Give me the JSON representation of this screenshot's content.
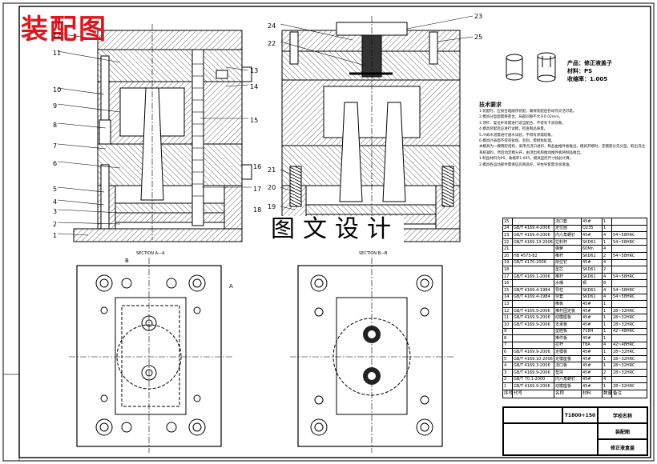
{
  "stamp": "装配图",
  "watermark": "图文设计",
  "section_labels": {
    "aa": "SECTION A—A",
    "bb": "SECTION B—B"
  },
  "view_markers": {
    "a": "A",
    "b": "B"
  },
  "callouts_left": [
    "12",
    "11",
    "10",
    "9",
    "8",
    "7",
    "6",
    "5",
    "4",
    "3",
    "2",
    "1",
    "13",
    "14",
    "15",
    "16",
    "17",
    "18"
  ],
  "callouts_right": [
    "24",
    "22",
    "21",
    "20",
    "19",
    "23",
    "25"
  ],
  "product_info": {
    "product_label": "产品：修正液盖子",
    "material_label": "材料：PS",
    "shrink_label": "收缩率：1.005"
  },
  "notes": {
    "title": "技术要求",
    "items": [
      "1.装配时，应按合理顺序装配，确保装配后各动作灵活可靠。",
      "2.模具分型面需要密合，局部间隙不大于0.02mm。",
      "3.顶针、复位杆等需进行适当配合，不得有卡滞现象。",
      "4.模具装配后应进行试模，检查制品质量。",
      "5.冷却水道需进行通水试验，不得有渗漏现象。",
      "6.模具外表面不得有锐角、毛刺，需倒角处理。",
      "本模具为一模两腔结构，采用点浇口进料，制品由推件板推出。模具开模时，定模部分先分型，取出浇注系统凝料，然后动定模分开，由顶出机构推动推件板将制品推出。",
      "1.制品材料为PS，收缩率1.005，模具型腔尺寸按此计算。",
      "2.模具各运动部件需保证润滑良好，导柱导套需涂润滑油。"
    ]
  },
  "bom": {
    "header": [
      "序号",
      "代号",
      "名称",
      "材料",
      "数量",
      "备注"
    ],
    "rows": [
      [
        "25",
        "",
        "浇口套",
        "45#",
        "1",
        ""
      ],
      [
        "24",
        "GB/T 4169.4-2006",
        "定位圈",
        "Q235",
        "1",
        ""
      ],
      [
        "23",
        "GB/T 4169.4-2006",
        "内六角螺钉",
        "45#",
        "4",
        "54~58HRC"
      ],
      [
        "22",
        "GB/T 4169.13-2006",
        "拉料杆",
        "SKD61",
        "1",
        "54~58HRC"
      ],
      [
        "21",
        "",
        "弹簧",
        "60Mn",
        "4",
        ""
      ],
      [
        "20",
        "HB 4575-82",
        "推杆",
        "SKD61",
        "2",
        "54~58HRC"
      ],
      [
        "19",
        "GB/T 4170-2006",
        "限位钉",
        "45#",
        "4",
        ""
      ],
      [
        "18",
        "",
        "型芯",
        "SKD61",
        "2",
        ""
      ],
      [
        "17",
        "GB/T 4169.1-2006",
        "推杆",
        "SKD61",
        "4",
        "54~58HRC"
      ],
      [
        "16",
        "",
        "水嘴",
        "铜",
        "8",
        ""
      ],
      [
        "15",
        "GB/T 4169.4-1984",
        "导柱",
        "SKD61",
        "4",
        "54~58HRC"
      ],
      [
        "14",
        "GB/T 4169.4-1984",
        "导套",
        "SKD61",
        "4",
        "54~58HRC"
      ],
      [
        "13",
        "",
        "推板",
        "45#",
        "1",
        ""
      ],
      [
        "12",
        "GB/T 4169.9-2006",
        "推杆固定板",
        "45#",
        "1",
        "28~32HRC"
      ],
      [
        "11",
        "GB/T 4169.9-2006",
        "动模座板",
        "45#",
        "1",
        "28~32HRC"
      ],
      [
        "10",
        "GB/T 4169.9-2006",
        "支承板",
        "45#",
        "1",
        "28~32HRC"
      ],
      [
        "9",
        "",
        "型腔板",
        "718H",
        "1",
        "42~48HRC"
      ],
      [
        "8",
        "",
        "推件板",
        "45#",
        "1",
        ""
      ],
      [
        "7",
        "",
        "拉杆",
        "T8A",
        "4",
        "42~48HRC"
      ],
      [
        "6",
        "GB/T 4169.9-2006",
        "定模板",
        "45#",
        "1",
        "28~32HRC"
      ],
      [
        "5",
        "GB/T 4169.10-2006",
        "定模座板",
        "45#",
        "1",
        "28~32HRC"
      ],
      [
        "4",
        "GB/T 4169.3-2006",
        "浇口板",
        "45#",
        "1",
        "28~32HRC"
      ],
      [
        "3",
        "GB/T 4169.9-2006",
        "垫块",
        "45#",
        "2",
        "28~32HRC"
      ],
      [
        "2",
        "GB/T 70.1-2000",
        "内六角螺钉",
        "45#",
        "4",
        ""
      ],
      [
        "1",
        "GB/T 4169.9-2006",
        "动模座板",
        "45#",
        "1",
        "28~32HRC"
      ]
    ]
  },
  "title_block": {
    "scale": "T1800+150",
    "school": "学校名称",
    "drawing_name": "装配图",
    "part_name": "修正液盒盖"
  },
  "left_strip": [
    "",
    "",
    "",
    "",
    "",
    "",
    "",
    ""
  ]
}
